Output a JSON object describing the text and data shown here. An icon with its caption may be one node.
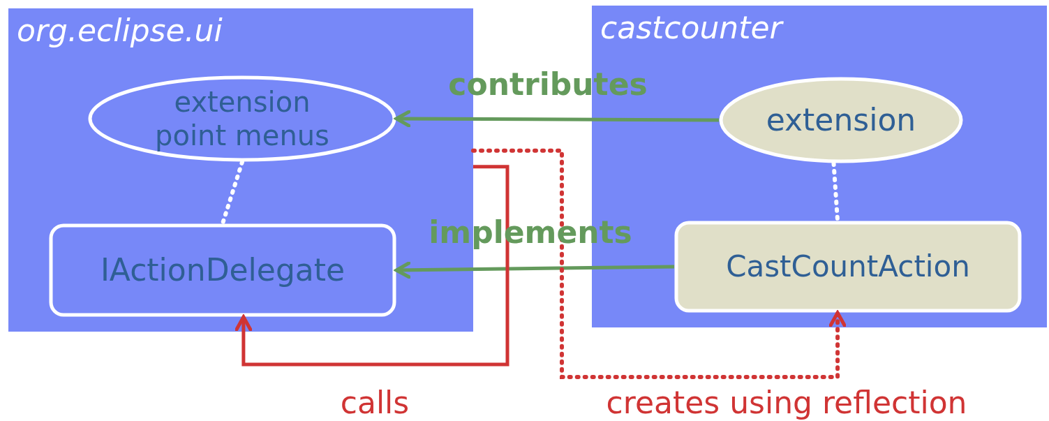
{
  "diagram": {
    "nodes": [
      {
        "text": [
          "org.eclipse.ui"
        ]
      },
      {
        "text": [
          "extension point menus"
        ],
        "in": 0
      },
      {
        "text": [
          "IActionDelegate"
        ],
        "in": 0
      },
      {
        "text": [
          "castcounter"
        ]
      },
      {
        "text": [
          "extension"
        ],
        "in": 3
      },
      {
        "text": [
          "CastCountAction"
        ],
        "in": 3
      }
    ],
    "edges": [
      {
        "from": 4,
        "to": 1,
        "arrow": "to",
        "label": "contributes",
        "color": "#649a5c"
      },
      {
        "from": 5,
        "to": 2,
        "arrow": "to",
        "label": "implements",
        "color": "#649a5c"
      },
      {
        "from": 1,
        "to": 2,
        "arrow": "none",
        "style": "dashed",
        "color": "#ffffff"
      },
      {
        "from": 4,
        "to": 5,
        "arrow": "none",
        "style": "dashed",
        "color": "#ffffff"
      },
      {
        "from": 0,
        "to": 2,
        "arrow": "to",
        "label": "calls",
        "color": "#d03434"
      },
      {
        "from": 0,
        "to": 5,
        "arrow": "to",
        "label": "creates using reflection",
        "style": "dashed",
        "color": "#d03434"
      }
    ]
  }
}
